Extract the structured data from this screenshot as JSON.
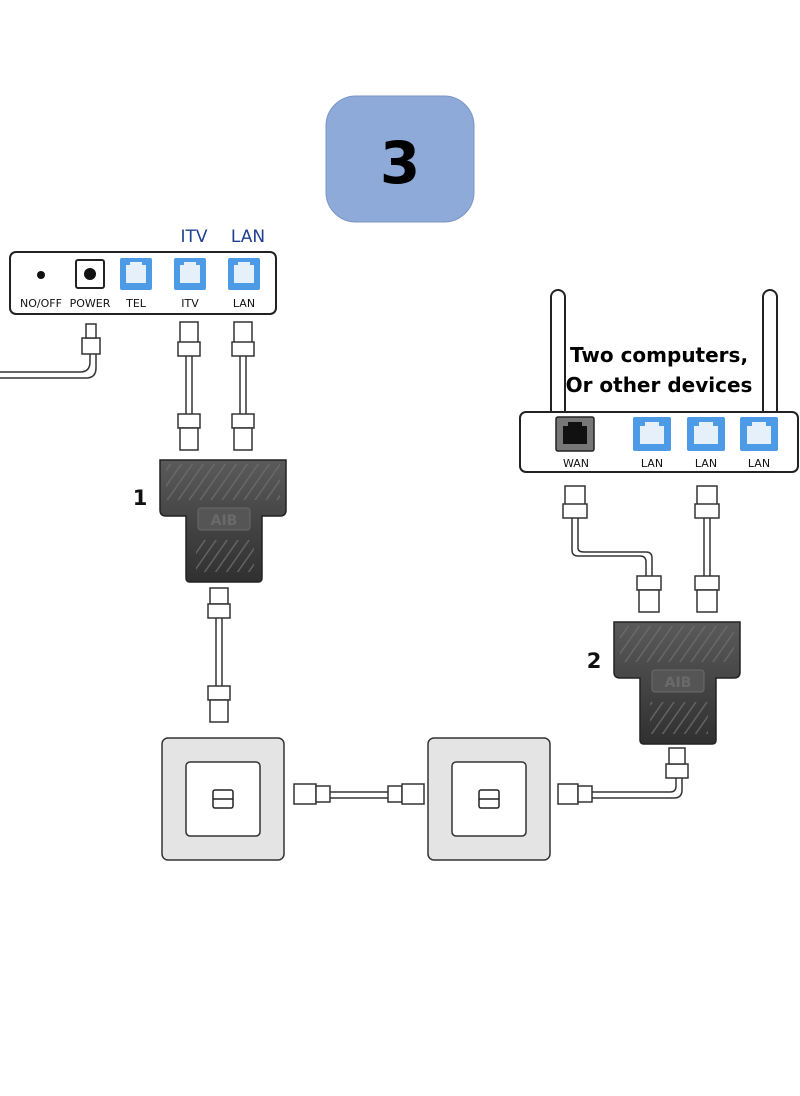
{
  "step_number": "3",
  "modem": {
    "top_labels": [
      "ITV",
      "LAN"
    ],
    "ports": [
      "NO/OFF",
      "POWER",
      "TEL",
      "ITV",
      "LAN"
    ]
  },
  "router": {
    "caption_line1": "Two computers,",
    "caption_line2": "Or other devices",
    "ports": [
      "WAN",
      "LAN",
      "LAN",
      "LAN"
    ]
  },
  "splitters": [
    {
      "number": "1",
      "logo": "AIB"
    },
    {
      "number": "2",
      "logo": "AIB"
    }
  ],
  "colors": {
    "step_badge": "#8eaad8",
    "port_blue": "#4d9be6",
    "splitter": "#4a4a4a"
  }
}
